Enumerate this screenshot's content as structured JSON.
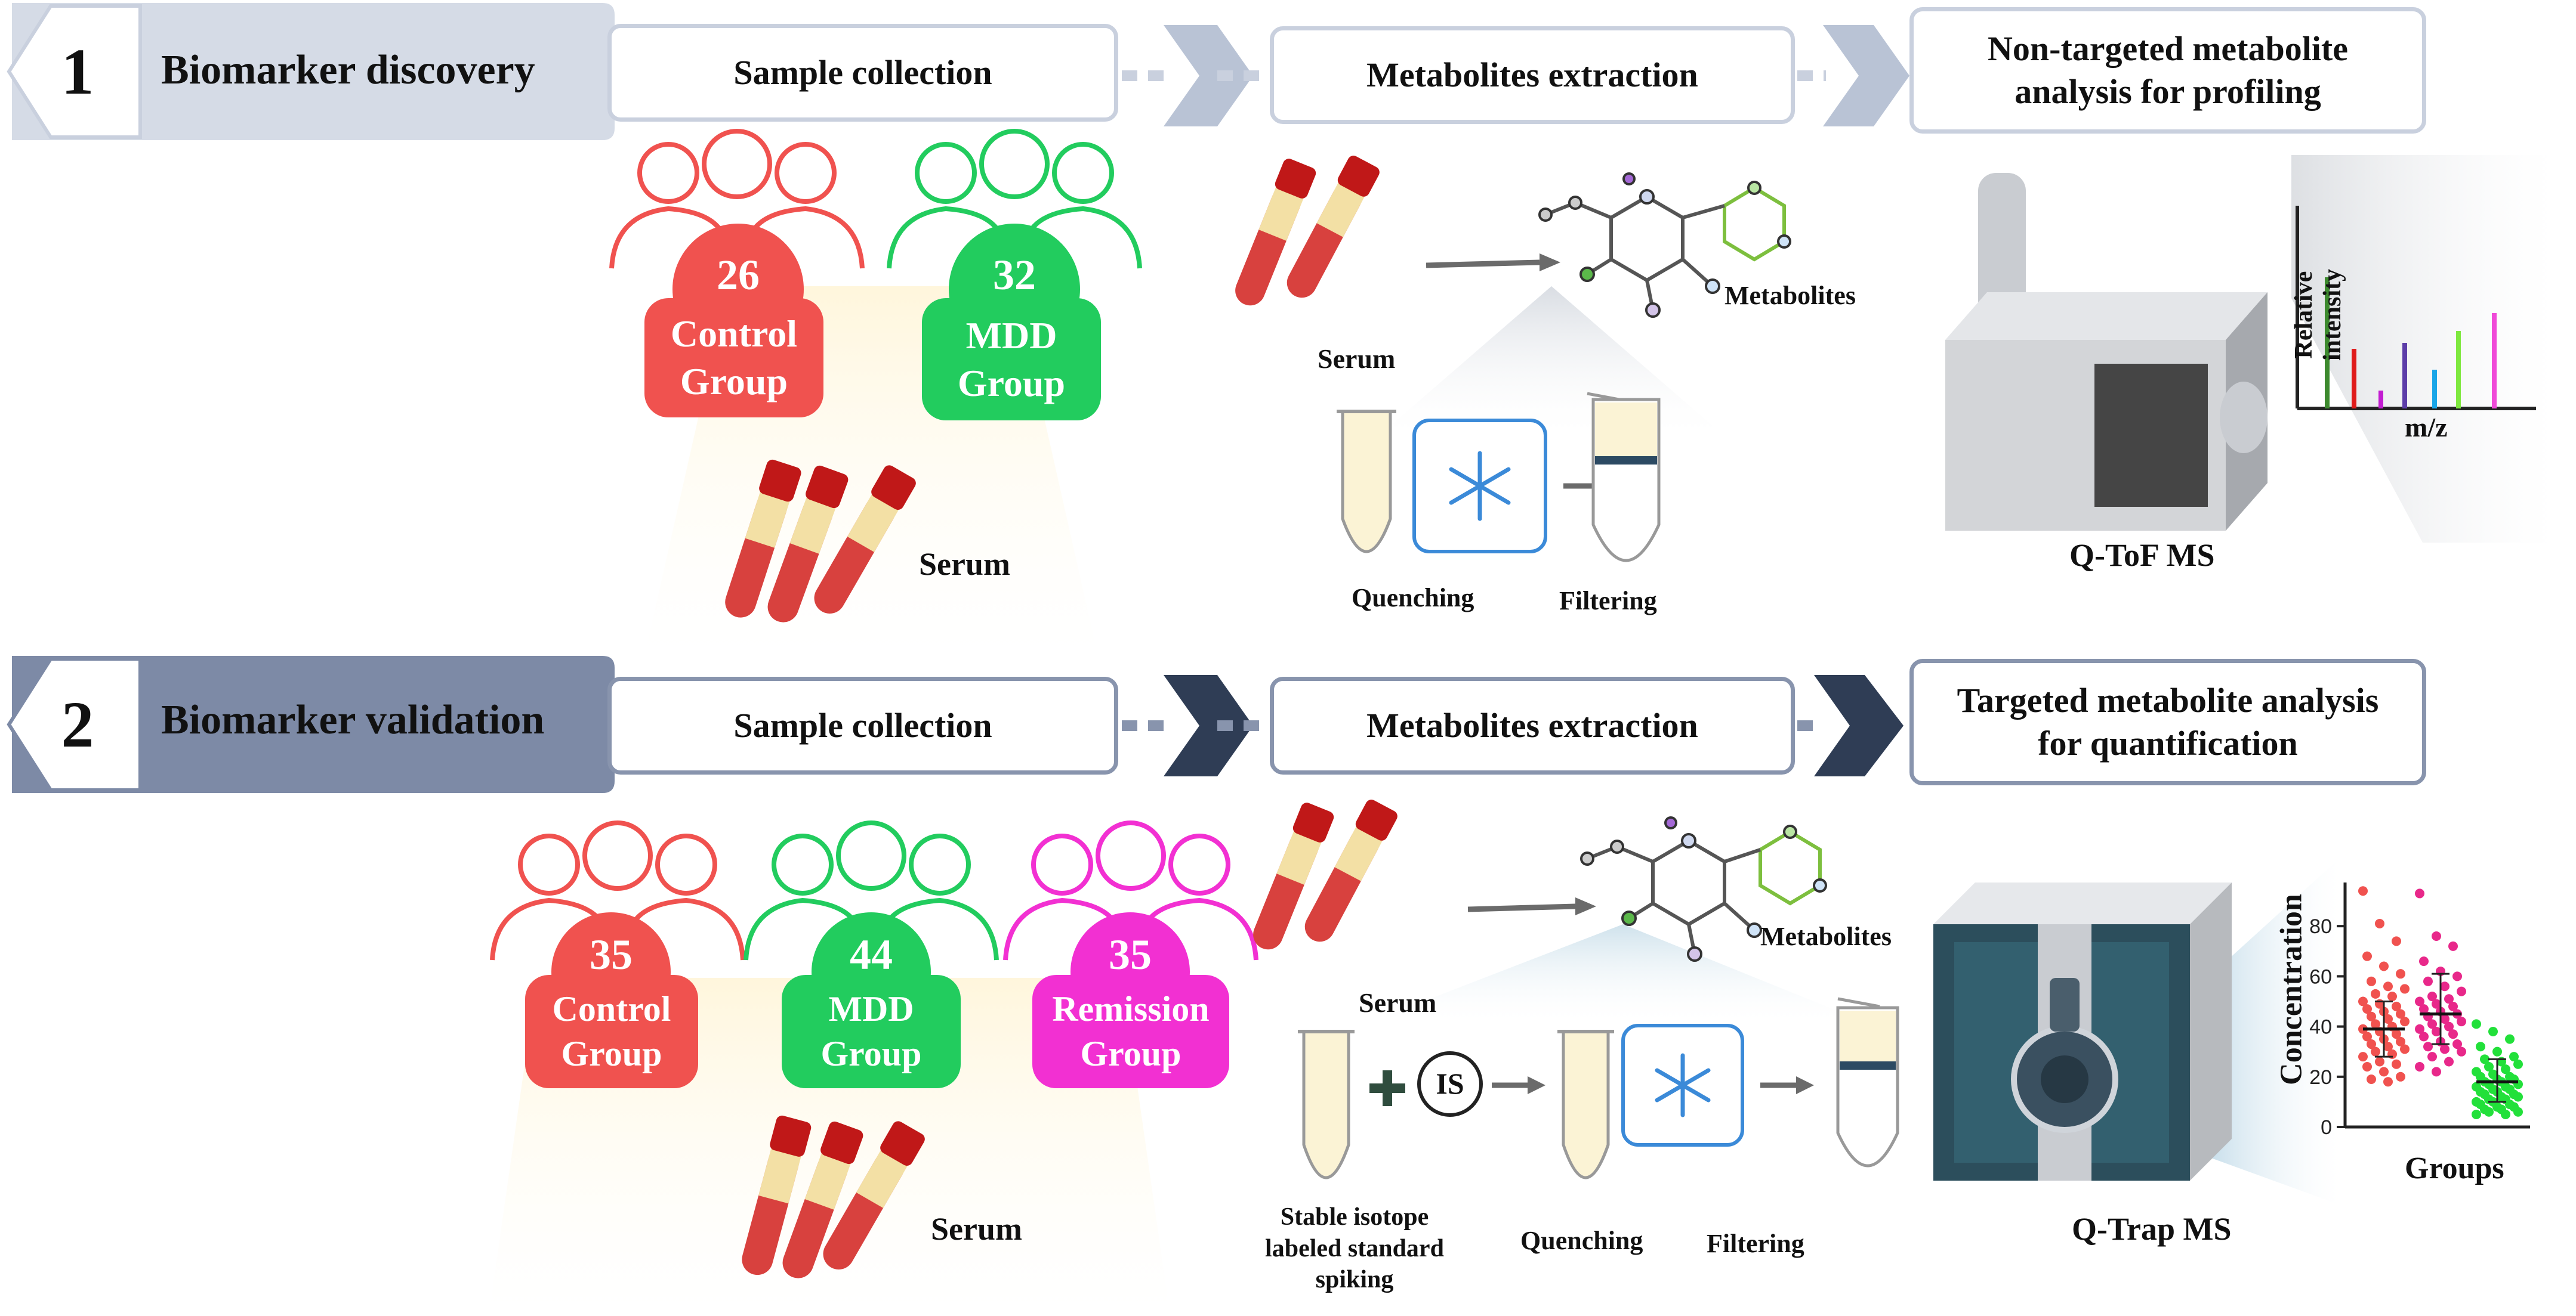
{
  "stage1": {
    "number": "1",
    "title": "Biomarker discovery",
    "steps": [
      "Sample collection",
      "Metabolites extraction",
      "Non-targeted metabolite\nanalysis for profiling"
    ],
    "groups": [
      {
        "count": "26",
        "name": "Control\nGroup",
        "color": "#f0524f"
      },
      {
        "count": "32",
        "name": "MDD\nGroup",
        "color": "#22cc5e"
      }
    ],
    "serum_label": "Serum",
    "extraction": {
      "serum": "Serum",
      "metabolites": "Metabolites",
      "quenching": "Quenching",
      "filtering": "Filtering"
    },
    "spectrum": {
      "ylabel": "Relative intensity",
      "xlabel": "m/z",
      "colors": [
        "#3d8a2e",
        "#e01b1b",
        "#c21bd1",
        "#5c3da8",
        "#1aa6e8",
        "#7ee83f",
        "#f04ad8"
      ]
    },
    "instrument": "Q-ToF MS"
  },
  "stage2": {
    "number": "2",
    "title": "Biomarker validation",
    "steps": [
      "Sample collection",
      "Metabolites extraction",
      "Targeted metabolite analysis\nfor quantification"
    ],
    "groups": [
      {
        "count": "35",
        "name": "Control\nGroup",
        "color": "#f0524f"
      },
      {
        "count": "44",
        "name": "MDD\nGroup",
        "color": "#22cc5e"
      },
      {
        "count": "35",
        "name": "Remission\nGroup",
        "color": "#f230d2"
      }
    ],
    "serum_label": "Serum",
    "extraction": {
      "serum": "Serum",
      "metabolites": "Metabolites",
      "is_label": "IS",
      "spiking": "Stable isotope\nlabeled standard\nspiking",
      "quenching": "Quenching",
      "filtering": "Filtering"
    },
    "instrument": "Q-Trap MS"
  },
  "chart_data": {
    "type": "scatter",
    "ylabel": "Concentration",
    "xlabel": "Groups",
    "yticks": [
      "0",
      "20",
      "40",
      "60",
      "80"
    ],
    "ylim": [
      0,
      95
    ],
    "series": [
      {
        "color": "#f0524f",
        "mean": 39,
        "sd_low": 28,
        "sd_high": 50,
        "values": [
          94,
          81,
          74,
          68,
          64,
          61,
          58,
          56,
          55,
          53,
          52,
          50,
          49,
          48,
          47,
          46,
          45,
          44,
          43,
          42,
          41,
          40,
          39,
          38,
          37,
          36,
          35,
          34,
          33,
          32,
          31,
          30,
          29,
          28,
          26,
          25,
          24,
          22,
          20,
          19,
          18
        ]
      },
      {
        "color": "#e8288a",
        "mean": 45,
        "sd_low": 33,
        "sd_high": 61,
        "values": [
          93,
          76,
          72,
          66,
          62,
          60,
          58,
          56,
          54,
          52,
          51,
          50,
          49,
          48,
          47,
          46,
          45,
          44,
          43,
          42,
          41,
          40,
          39,
          38,
          37,
          36,
          34,
          33,
          32,
          31,
          30,
          28,
          26,
          24,
          22
        ]
      },
      {
        "color": "#22e03a",
        "mean": 18,
        "sd_low": 10,
        "sd_high": 27,
        "values": [
          41,
          38,
          35,
          32,
          30,
          28,
          27,
          26,
          25,
          24,
          23,
          22,
          21,
          20,
          20,
          19,
          19,
          18,
          18,
          17,
          17,
          16,
          16,
          15,
          15,
          14,
          14,
          13,
          13,
          12,
          12,
          11,
          11,
          10,
          10,
          9,
          9,
          8,
          8,
          7,
          7,
          6,
          6,
          5,
          5
        ]
      }
    ]
  }
}
